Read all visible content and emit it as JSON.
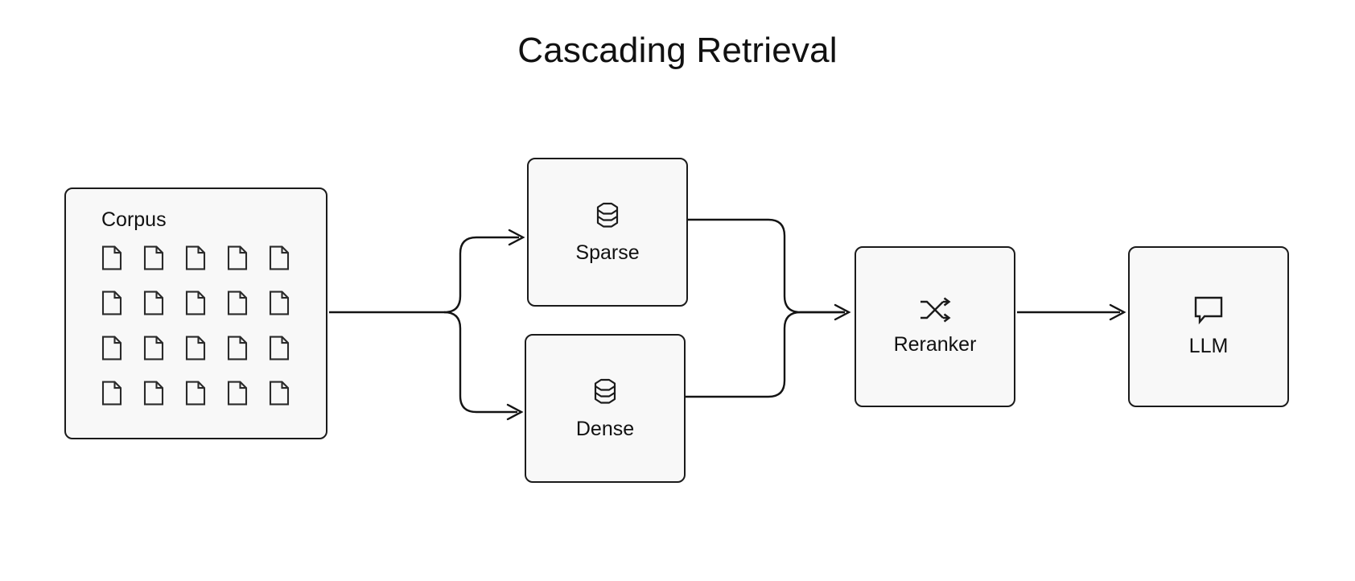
{
  "diagram": {
    "title": "Cascading Retrieval",
    "type": "flow-diagram",
    "background_color": "#ffffff",
    "node_fill_color": "#f8f8f8",
    "node_border_color": "#1b1b1b",
    "edge_color": "#141414",
    "text_color": "#111111"
  },
  "corpus": {
    "label": "Corpus",
    "icon": "document-icon",
    "grid_columns": 5,
    "grid_rows": 4,
    "document_count": 20
  },
  "nodes": [
    {
      "id": "sparse",
      "label": "Sparse",
      "icon": "database-icon"
    },
    {
      "id": "dense",
      "label": "Dense",
      "icon": "database-icon"
    },
    {
      "id": "reranker",
      "label": "Reranker",
      "icon": "shuffle-icon"
    },
    {
      "id": "llm",
      "label": "LLM",
      "icon": "message-bubble-icon"
    }
  ],
  "edges": [
    {
      "from": "corpus",
      "to": "sparse",
      "style": "elbow-branch-up",
      "arrow": true
    },
    {
      "from": "corpus",
      "to": "dense",
      "style": "elbow-branch-down",
      "arrow": true
    },
    {
      "from": "sparse",
      "to": "reranker",
      "style": "elbow-merge-down",
      "arrow": true
    },
    {
      "from": "dense",
      "to": "reranker",
      "style": "elbow-merge-up",
      "arrow": true
    },
    {
      "from": "reranker",
      "to": "llm",
      "style": "straight",
      "arrow": true
    }
  ]
}
